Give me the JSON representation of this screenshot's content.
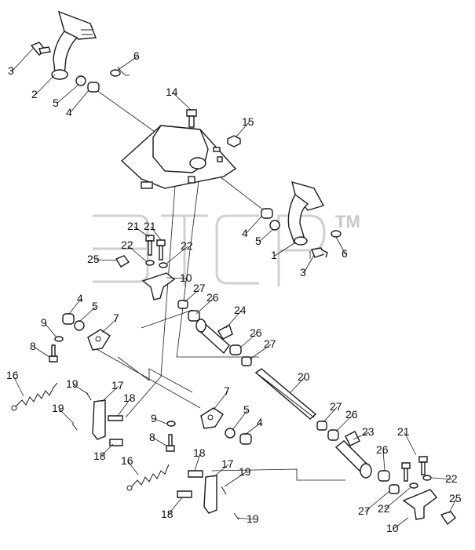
{
  "watermark": {
    "text": "ЭТСР",
    "trademark": "TM"
  },
  "callouts": [
    "1",
    "2",
    "3",
    "3",
    "4",
    "4",
    "4",
    "4",
    "5",
    "5",
    "5",
    "5",
    "6",
    "6",
    "7",
    "7",
    "8",
    "8",
    "9",
    "9",
    "10",
    "10",
    "14",
    "15",
    "16",
    "16",
    "17",
    "17",
    "18",
    "18",
    "18",
    "18",
    "19",
    "19",
    "19",
    "19",
    "20",
    "21",
    "21",
    "21",
    "22",
    "22",
    "22",
    "22",
    "23",
    "24",
    "25",
    "25",
    "26",
    "26",
    "26",
    "26",
    "27",
    "27",
    "27",
    "27"
  ],
  "colors": {
    "ink": "#1a1a1a",
    "watermark": "#c8c8c8"
  }
}
